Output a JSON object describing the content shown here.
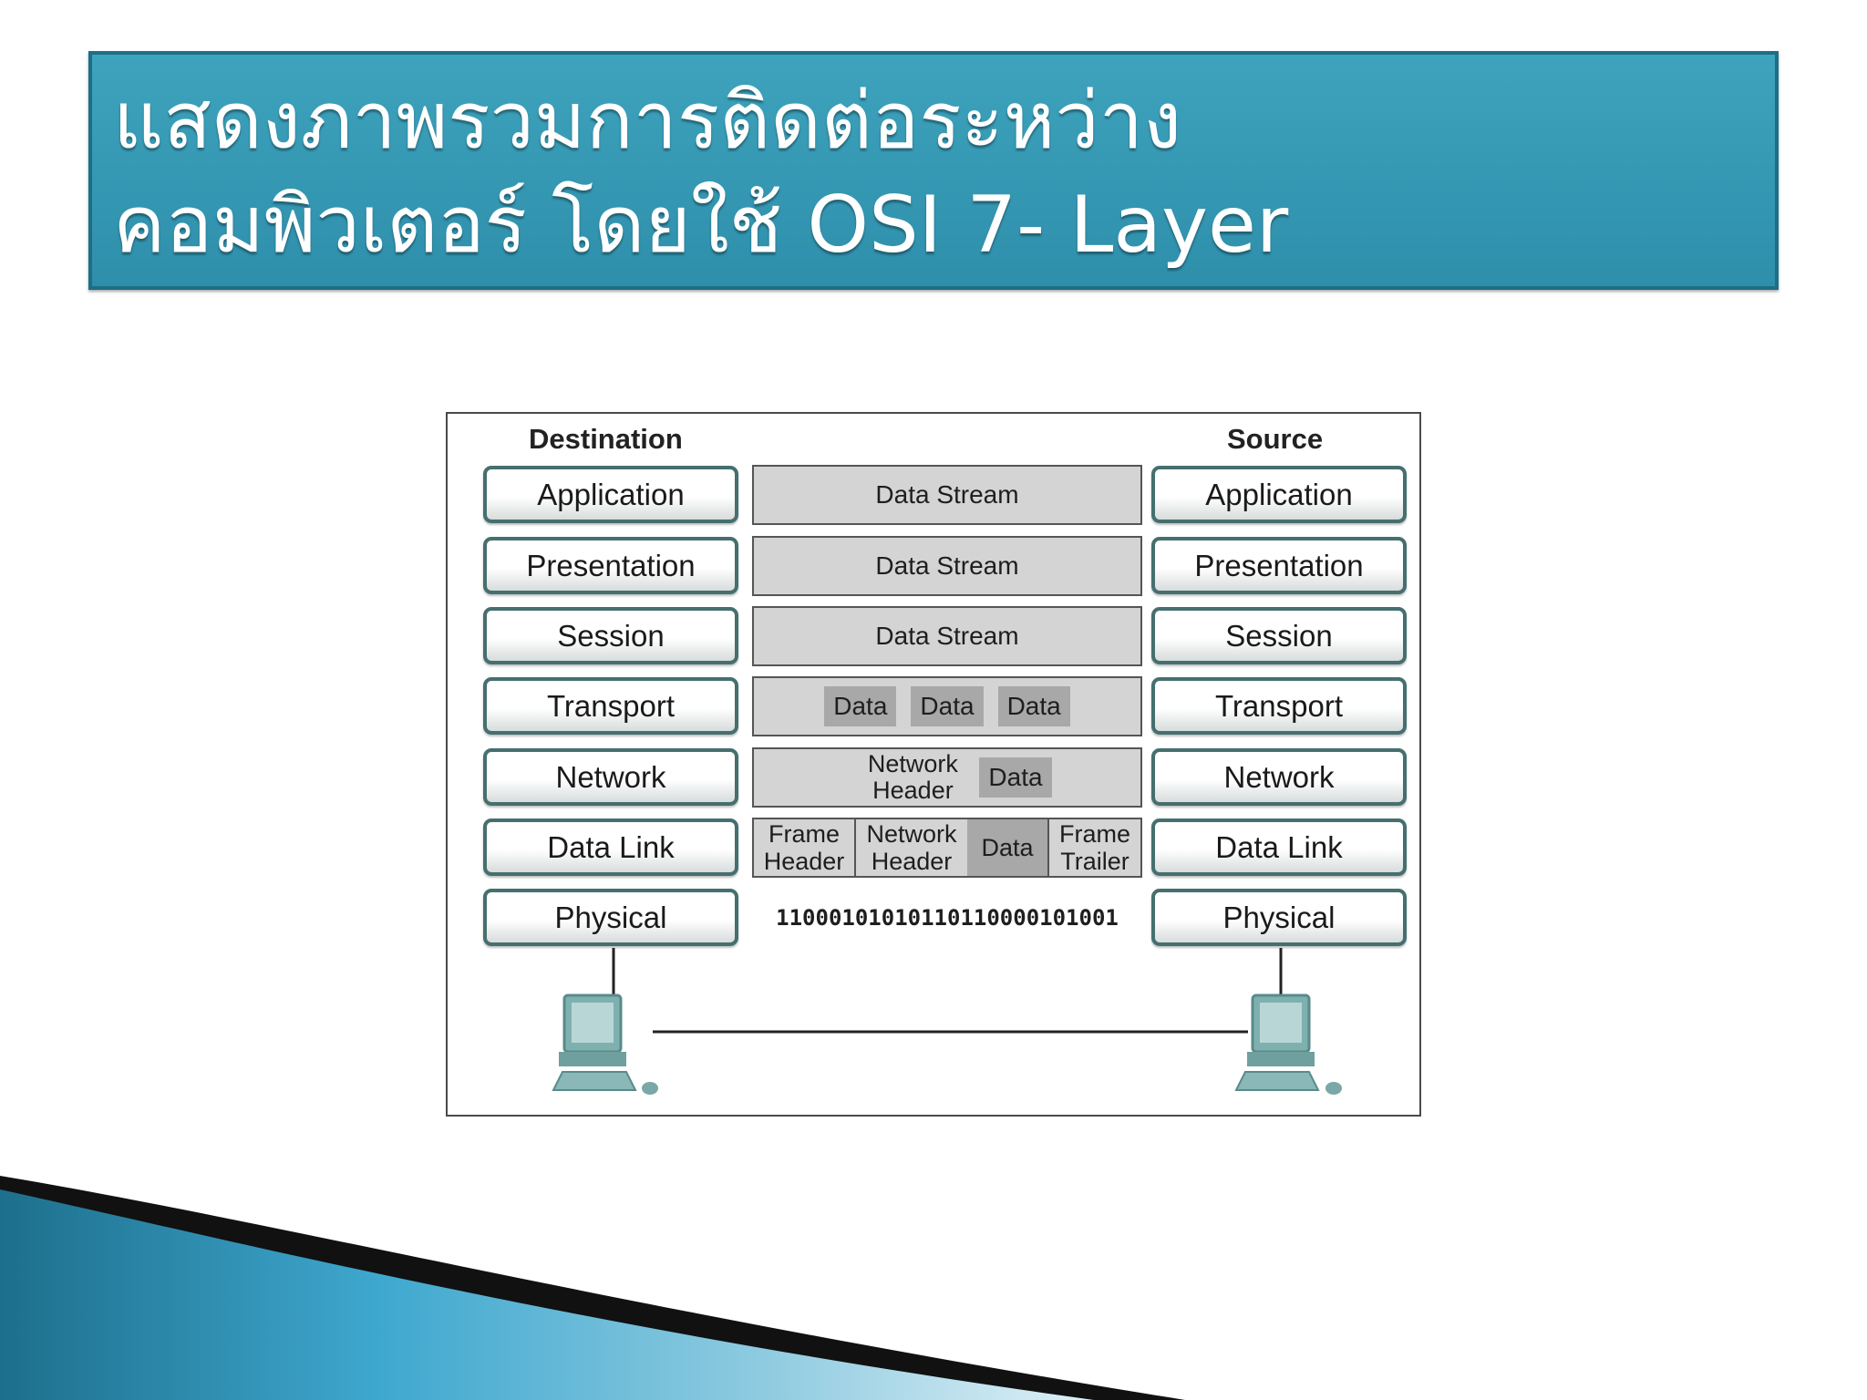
{
  "title": {
    "line1": "แสดงภาพรวมการติดต่อระหว่าง",
    "line2": "คอมพิวเตอร์ โดยใช้ OSI 7- Layer"
  },
  "diagram": {
    "destination_label": "Destination",
    "source_label": "Source",
    "layers": [
      "Application",
      "Presentation",
      "Session",
      "Transport",
      "Network",
      "Data Link",
      "Physical"
    ],
    "data_stream": "Data Stream",
    "transport_segments": [
      "Data",
      "Data",
      "Data"
    ],
    "network_row": {
      "header": "Network Header",
      "data": "Data"
    },
    "datalink_row": {
      "frame_header": "Frame Header",
      "network_header": "Network Header",
      "data": "Data",
      "frame_trailer": "Frame Trailer"
    },
    "bits": "11000101010110110000101001"
  },
  "colors": {
    "banner": "#3a9db8",
    "layer_border": "#466f6f",
    "computer": "#8ab8b8"
  }
}
